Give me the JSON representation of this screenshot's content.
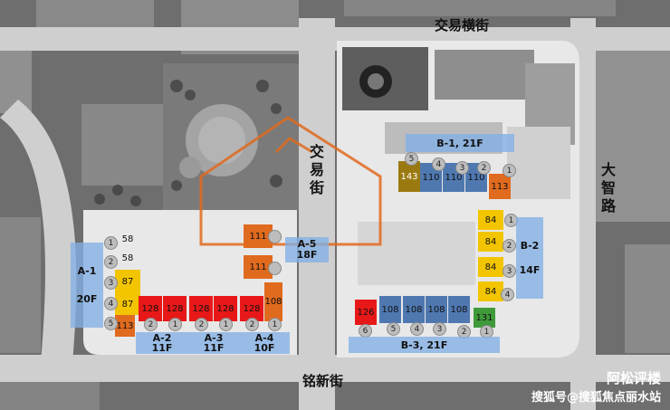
{
  "streets": {
    "north": "交易横街",
    "south": "铭新街",
    "middle": "交易街",
    "east": "大智路"
  },
  "blocks": {
    "a1": {
      "name": "A-1",
      "floors": "20F"
    },
    "a2": {
      "name": "A-2",
      "floors": "11F"
    },
    "a3": {
      "name": "A-3",
      "floors": "11F"
    },
    "a4": {
      "name": "A-4",
      "floors": "10F"
    },
    "a5": {
      "name": "A-5",
      "floors": "18F"
    },
    "b1": {
      "name": "B-1,",
      "floors": "21F"
    },
    "b2": {
      "name": "B-2",
      "floors": "14F"
    },
    "b3": {
      "name": "B-3,",
      "floors": "21F"
    }
  },
  "units": {
    "a1": [
      "58",
      "58",
      "87",
      "87",
      "113"
    ],
    "a1_nums": [
      "1",
      "2",
      "3",
      "4",
      "5"
    ],
    "a2": [
      "128",
      "128"
    ],
    "a2_nums": [
      "2",
      "1"
    ],
    "a3": [
      "128",
      "128"
    ],
    "a3_nums": [
      "2",
      "1"
    ],
    "a4": [
      "128",
      "108"
    ],
    "a4_nums": [
      "2",
      "1"
    ],
    "a5": [
      "111",
      "111"
    ],
    "b1": [
      "143",
      "110",
      "110",
      "110",
      "113"
    ],
    "b1_nums": [
      "5",
      "4",
      "3",
      "2",
      "1"
    ],
    "b2": [
      "84",
      "84",
      "84",
      "84"
    ],
    "b2_nums": [
      "1",
      "2",
      "3",
      "4"
    ],
    "b3": [
      "126",
      "108",
      "108",
      "108",
      "108",
      "131"
    ],
    "b3_nums": [
      "6",
      "5",
      "4",
      "3",
      "2",
      "1"
    ]
  },
  "watermark": {
    "brand": "阿松评楼",
    "credit": "搜狐号@搜狐焦点丽水站"
  },
  "colors": {
    "background": "#6b6b6b",
    "site": "#e8e8e8",
    "label": "#82afe6",
    "orange": "#e06a1e",
    "yellow": "#f2c500",
    "red": "#e81818",
    "blue": "#4f78b0",
    "gray": "#bdbdbd",
    "green": "#3f9a3a",
    "olive": "#9a7a10"
  }
}
